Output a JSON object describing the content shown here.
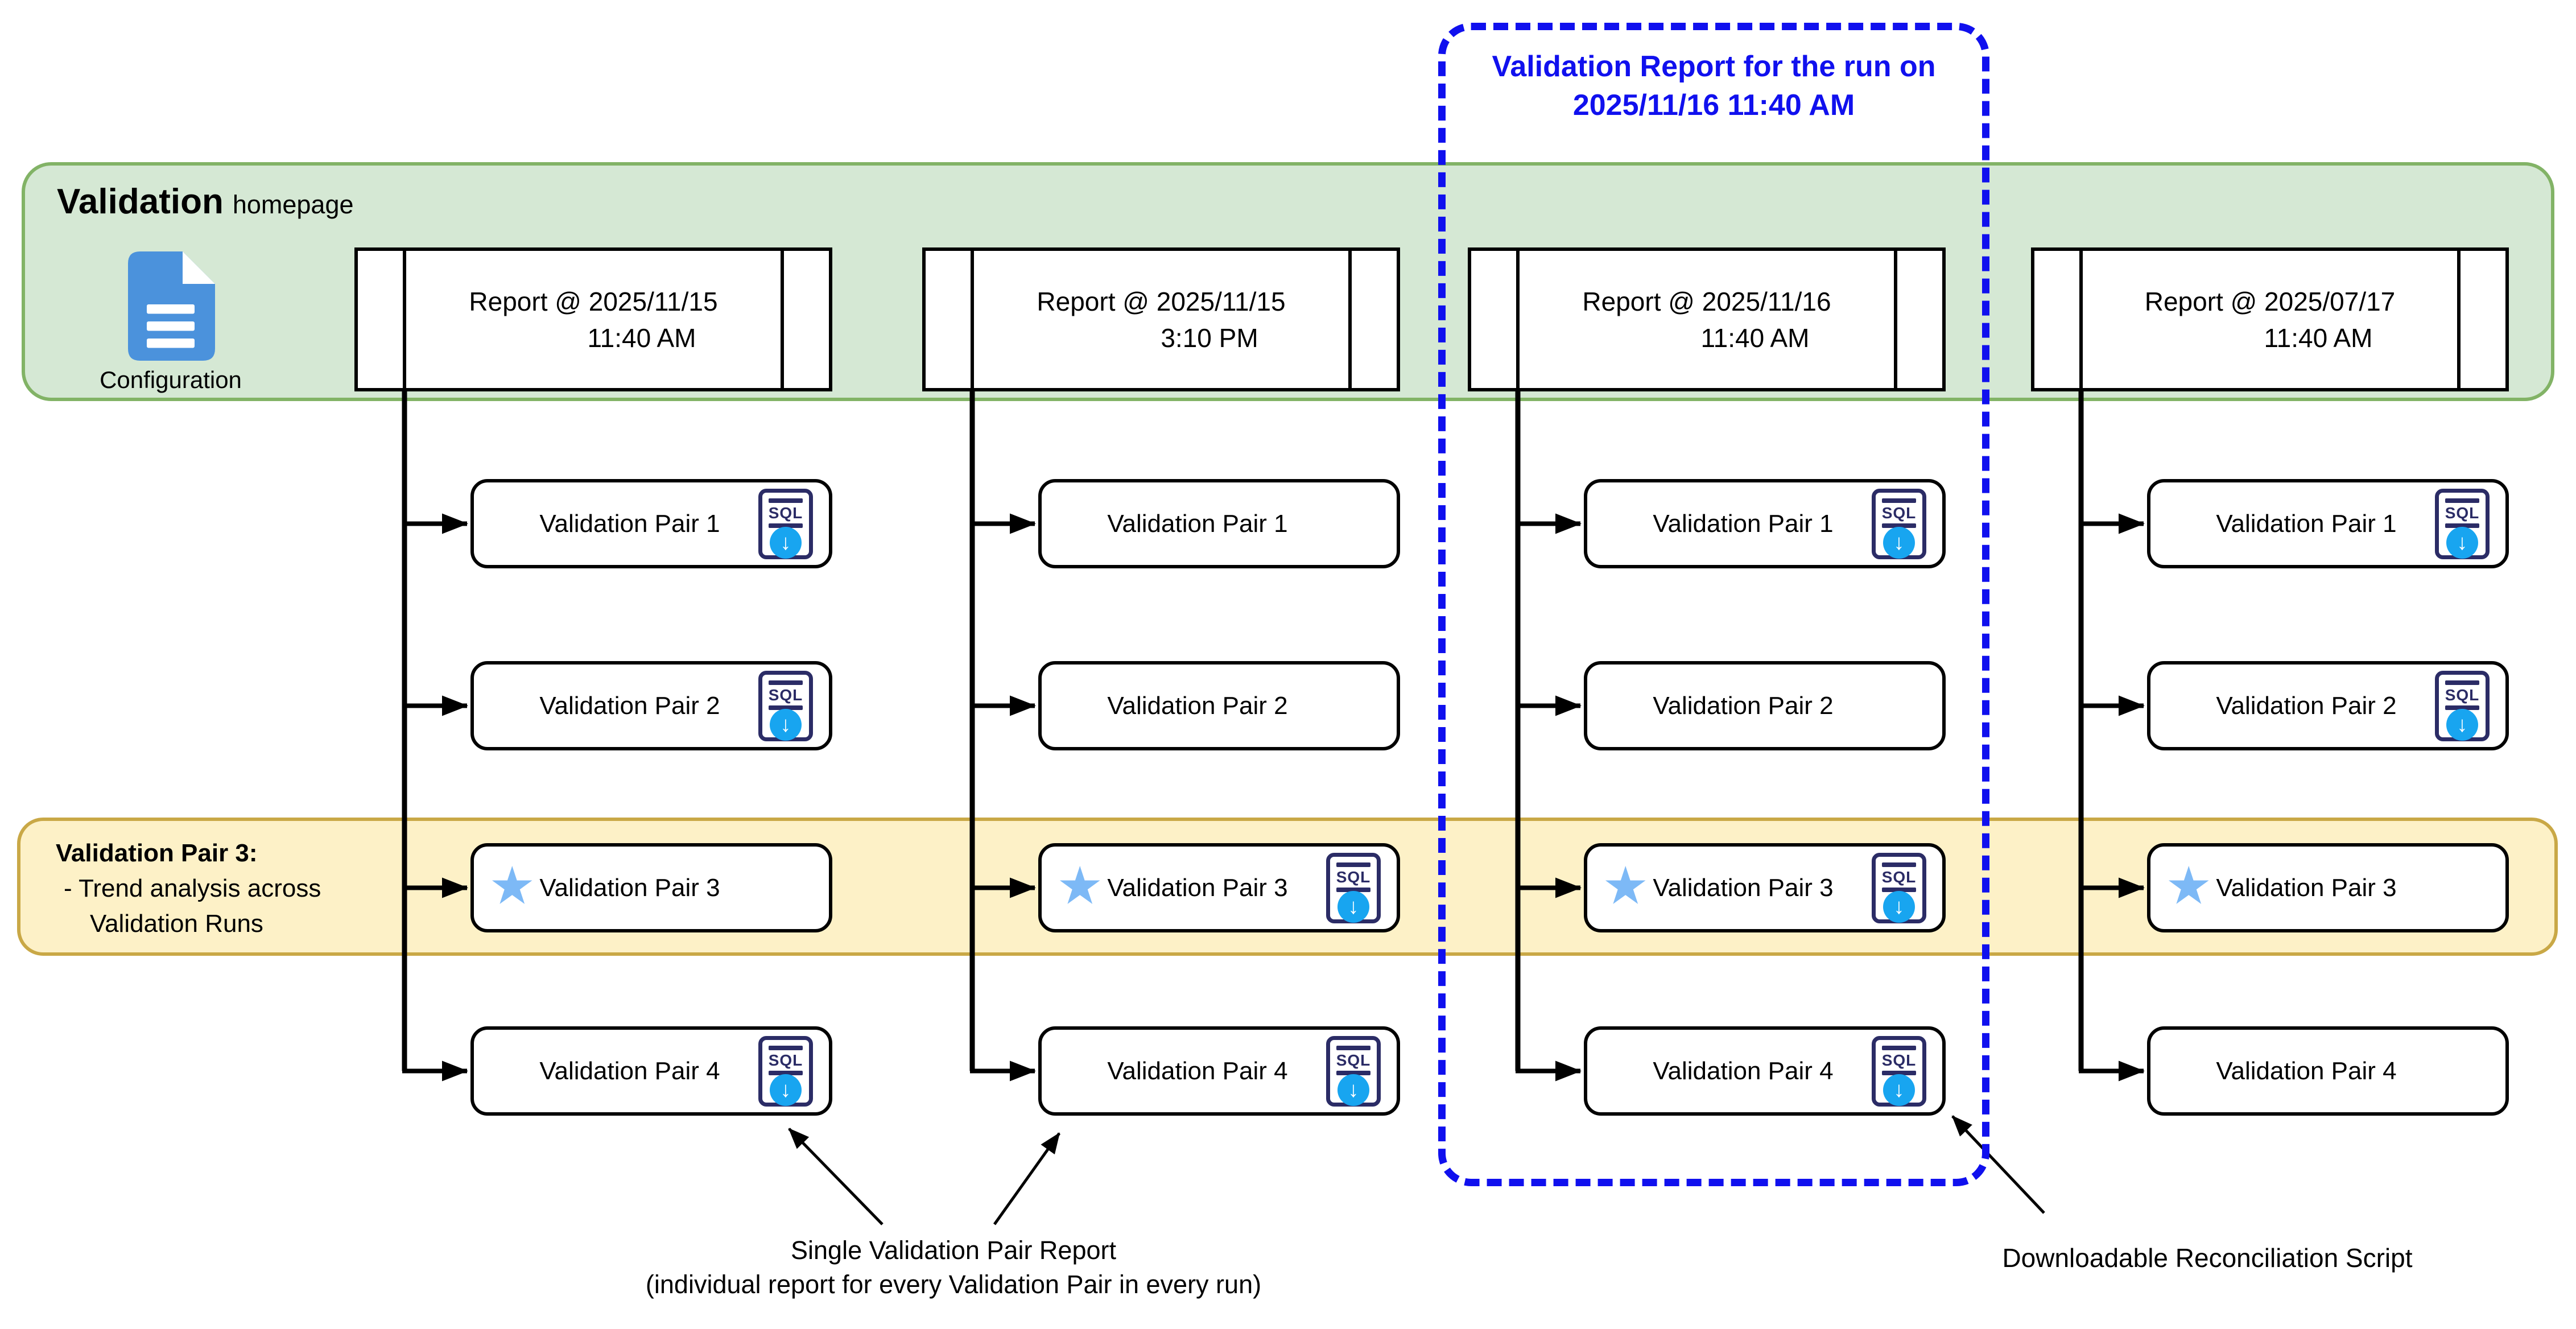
{
  "highlight": {
    "title_line1": "Validation Report for the run on",
    "title_line2": "2025/11/16 11:40 AM"
  },
  "banner": {
    "title": "Validation",
    "subtitle": "homepage",
    "configuration_label": "Configuration"
  },
  "note_band": {
    "line1": "Validation Pair 3:",
    "line2": "- Trend analysis across",
    "line3": "Validation Runs"
  },
  "columns": [
    {
      "report": {
        "line1": "Report @ 2025/11/15",
        "line2": "11:40 AM"
      },
      "highlighted": false,
      "pairs": [
        {
          "label": "Validation Pair 1",
          "star": false,
          "sql_download": true
        },
        {
          "label": "Validation Pair 2",
          "star": false,
          "sql_download": true
        },
        {
          "label": "Validation Pair 3",
          "star": true,
          "sql_download": false
        },
        {
          "label": "Validation Pair 4",
          "star": false,
          "sql_download": true
        }
      ]
    },
    {
      "report": {
        "line1": "Report @ 2025/11/15",
        "line2": "3:10 PM"
      },
      "highlighted": false,
      "pairs": [
        {
          "label": "Validation Pair 1",
          "star": false,
          "sql_download": false
        },
        {
          "label": "Validation Pair 2",
          "star": false,
          "sql_download": false
        },
        {
          "label": "Validation Pair 3",
          "star": true,
          "sql_download": true
        },
        {
          "label": "Validation Pair 4",
          "star": false,
          "sql_download": true
        }
      ]
    },
    {
      "report": {
        "line1": "Report @ 2025/11/16",
        "line2": "11:40 AM"
      },
      "highlighted": true,
      "pairs": [
        {
          "label": "Validation Pair 1",
          "star": false,
          "sql_download": true
        },
        {
          "label": "Validation Pair 2",
          "star": false,
          "sql_download": false
        },
        {
          "label": "Validation Pair 3",
          "star": true,
          "sql_download": true
        },
        {
          "label": "Validation Pair 4",
          "star": false,
          "sql_download": true
        }
      ]
    },
    {
      "report": {
        "line1": "Report @ 2025/07/17",
        "line2": "11:40 AM"
      },
      "highlighted": false,
      "pairs": [
        {
          "label": "Validation Pair 1",
          "star": false,
          "sql_download": true
        },
        {
          "label": "Validation Pair 2",
          "star": false,
          "sql_download": true
        },
        {
          "label": "Validation Pair 3",
          "star": true,
          "sql_download": false
        },
        {
          "label": "Validation Pair 4",
          "star": false,
          "sql_download": false
        }
      ]
    }
  ],
  "annotations": {
    "single_pair_line1": "Single Validation Pair Report",
    "single_pair_line2": "(individual report for every Validation Pair in every run)",
    "reconciliation": "Downloadable Reconciliation Script"
  },
  "icons": {
    "star": "★",
    "sql_label": "SQL",
    "download_arrow": "↓"
  },
  "colors": {
    "banner_fill": "#d5e8d4",
    "banner_stroke": "#82b366",
    "note_fill": "#fdf1c7",
    "note_stroke": "#c9a846",
    "highlight_blue": "#1010ee",
    "star_blue": "#7db9f6",
    "sql_navy": "#2b2c66",
    "download_blue": "#18a5f0",
    "config_doc_blue": "#4b92dc"
  }
}
